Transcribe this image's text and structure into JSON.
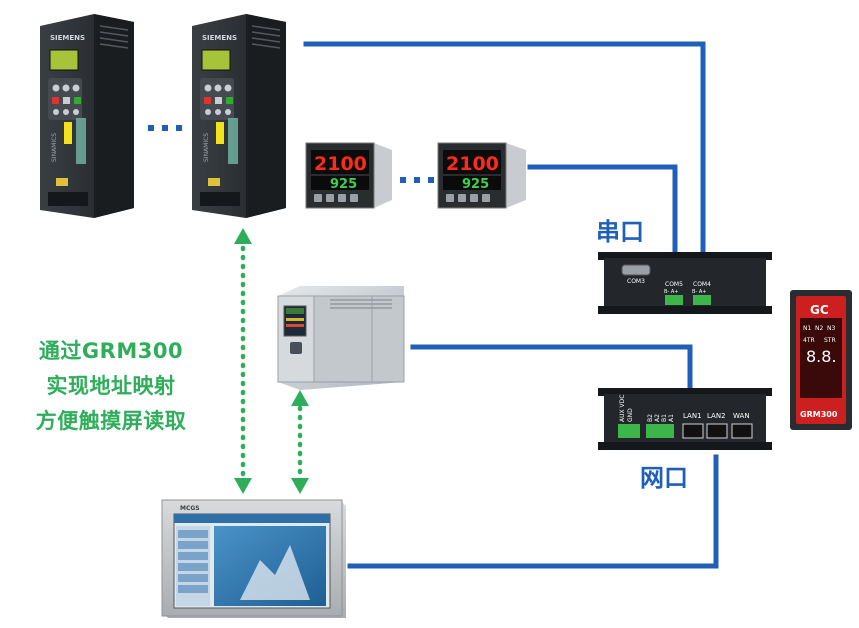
{
  "labels": {
    "serial_port": "串口",
    "network_port": "网口",
    "caption_line1": "通过GRM300",
    "caption_line2": "实现地址映射",
    "caption_line3": "方便触摸屏读取"
  },
  "devices": {
    "drive_brand": "SIEMENS",
    "drive_series": "SINAMICS",
    "meter_pv": "2100",
    "meter_sv": "925",
    "com3": "COM3",
    "com5": "COM5",
    "com4": "COM4",
    "com_pins": "B-  A+",
    "aux_vdc": "AUX VDC",
    "gnd": "GND",
    "b2": "B2",
    "a2": "A2",
    "b1": "B1",
    "a1": "A1",
    "lan1": "LAN1",
    "lan2": "LAN2",
    "wan": "WAN",
    "grm_brand": "GC",
    "grm_n1": "N1",
    "grm_n2": "N2",
    "grm_n3": "N3",
    "grm_4tr": "4TR",
    "grm_str": "STR",
    "grm_digits": "8.8.",
    "grm_model": "GRM300",
    "hmi_brand": "MCGS"
  },
  "colors": {
    "line_blue": "#1f5fb8",
    "dot_green": "#2eae5a",
    "device_dark": "#22262a",
    "grm_red": "#cc1f1f"
  }
}
